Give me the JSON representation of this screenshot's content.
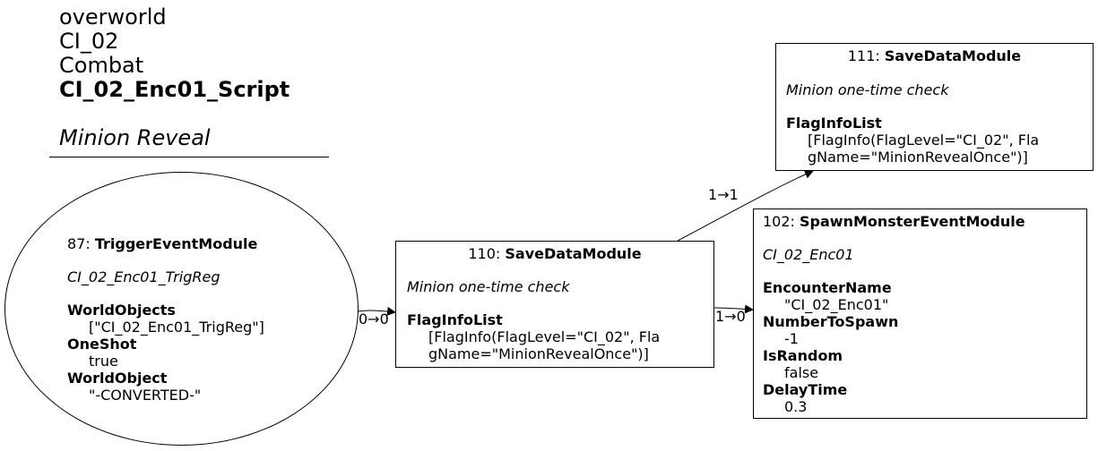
{
  "header": {
    "line1": "overworld",
    "line2": "CI_02",
    "line3": "Combat",
    "script_name": "CI_02_Enc01_Script",
    "description": "Minion Reveal"
  },
  "nodes": {
    "n87": {
      "id": "87",
      "type": "TriggerEventModule",
      "subtitle": "CI_02_Enc01_TrigReg",
      "props": [
        {
          "key": "WorldObjects",
          "value": "[\"CI_02_Enc01_TrigReg\"]"
        },
        {
          "key": "OneShot",
          "value": "true"
        },
        {
          "key": "WorldObject",
          "value": "\"-CONVERTED-\""
        }
      ]
    },
    "n110": {
      "id": "110",
      "type": "SaveDataModule",
      "subtitle": "Minion one-time check",
      "props": [
        {
          "key": "FlagInfoList",
          "value_line1": "[FlagInfo(FlagLevel=\"CI_02\", Fla",
          "value_line2": "gName=\"MinionRevealOnce\")]"
        }
      ]
    },
    "n111": {
      "id": "111",
      "type": "SaveDataModule",
      "subtitle": "Minion one-time check",
      "props": [
        {
          "key": "FlagInfoList",
          "value_line1": "[FlagInfo(FlagLevel=\"CI_02\", Fla",
          "value_line2": "gName=\"MinionRevealOnce\")]"
        }
      ]
    },
    "n102": {
      "id": "102",
      "type": "SpawnMonsterEventModule",
      "subtitle": "CI_02_Enc01",
      "props": [
        {
          "key": "EncounterName",
          "value": "\"CI_02_Enc01\""
        },
        {
          "key": "NumberToSpawn",
          "value": "-1"
        },
        {
          "key": "IsRandom",
          "value": "false"
        },
        {
          "key": "DelayTime",
          "value": "0.3"
        }
      ]
    }
  },
  "edges": [
    {
      "from": "87",
      "to": "110",
      "label": "0→0"
    },
    {
      "from": "110",
      "to": "111",
      "label": "1→1"
    },
    {
      "from": "110",
      "to": "102",
      "label": "1→0"
    }
  ]
}
